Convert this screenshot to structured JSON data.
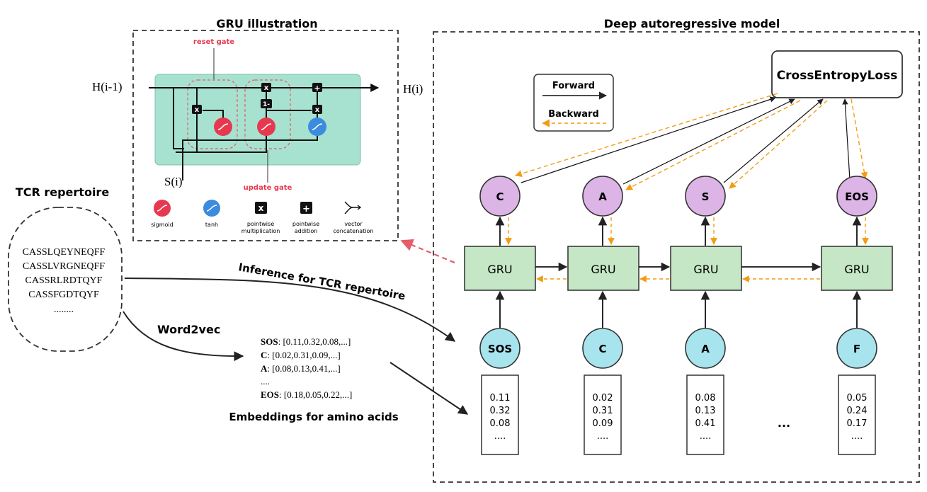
{
  "gru_panel": {
    "title": "GRU illustration",
    "reset_gate": "reset gate",
    "update_gate": "update gate",
    "h_prev": "H(i-1)",
    "h_curr": "H(i)",
    "s_input": "S(i)",
    "one_minus": "1-",
    "ops": {
      "mult": "x",
      "add": "+"
    },
    "legend": {
      "sigmoid": "sigmoid",
      "tanh": "tanh",
      "mult": [
        "pointwise",
        "multiplication"
      ],
      "add": [
        "pointwise",
        "addition"
      ],
      "concat": [
        "vector",
        "concatenation"
      ]
    }
  },
  "model_panel": {
    "title": "Deep autoregressive model",
    "loss": "CrossEntropyLoss",
    "legend": {
      "forward": "Forward",
      "backward": "Backward"
    },
    "outputs": [
      "C",
      "A",
      "S",
      "EOS"
    ],
    "cell_label": "GRU",
    "inputs": [
      "SOS",
      "C",
      "A",
      "F"
    ],
    "embeddings": [
      [
        "0.11",
        "0.32",
        "0.08",
        "...."
      ],
      [
        "0.02",
        "0.31",
        "0.09",
        "...."
      ],
      [
        "0.08",
        "0.13",
        "0.41",
        "...."
      ],
      [
        "0.05",
        "0.24",
        "0.17",
        "...."
      ]
    ],
    "ellipsis": "..."
  },
  "repertoire": {
    "title": "TCR repertoire",
    "sequences": [
      "CASSLQEYNEQFF",
      "CASSLVRGNEQFF",
      "CASSRLRDTQYF",
      "CASSFGDTQYF",
      "........"
    ]
  },
  "flow": {
    "inference_label": "Inference for TCR repertoire",
    "word2vec_label": "Word2vec",
    "embeddings_caption": "Embeddings for amino acids"
  },
  "embedding_list": [
    {
      "token": "SOS",
      "vector": ": [0.11,0.32,0.08,...]"
    },
    {
      "token": "C",
      "vector": ": [0.02,0.31,0.09,...]"
    },
    {
      "token": "A",
      "vector": ": [0.08,0.13,0.41,...]"
    },
    {
      "token": "....",
      "vector": ""
    },
    {
      "token": "EOS",
      "vector": ": [0.18,0.05,0.22,...]"
    }
  ],
  "colors": {
    "gru_fill": "#c6e7c6",
    "gru_stroke": "#3a3a3a",
    "output_node": "#dcb4e6",
    "input_node": "#a8e4ee",
    "backward_arrow": "#f39c12",
    "gru_panel_bg": "#a7e2d0",
    "gate_red": "#e63950",
    "gate_blue": "#3d8bdf",
    "dashed_pink": "#e35d6a"
  }
}
